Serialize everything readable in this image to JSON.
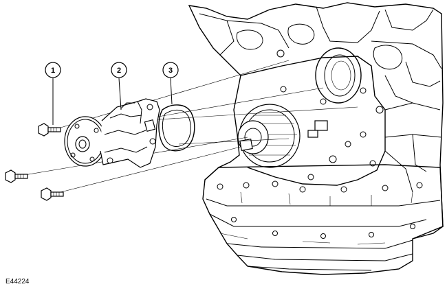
{
  "figure": {
    "id_label": "E44224",
    "callouts": [
      {
        "label": "1",
        "part": "bolt"
      },
      {
        "label": "2",
        "part": "water-pump"
      },
      {
        "label": "3",
        "part": "gasket"
      }
    ]
  }
}
